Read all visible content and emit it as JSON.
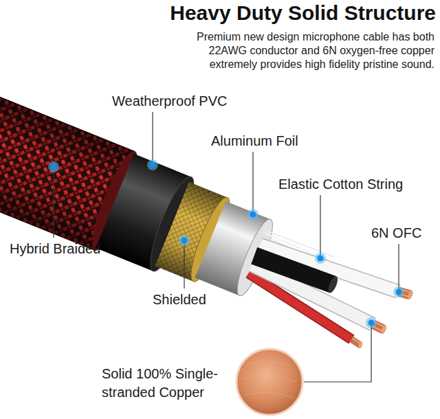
{
  "diagram": {
    "title": "Heavy Duty Solid Structure",
    "caption": "Premium new design microphone cable has both 22AWG conductor and 6N oxygen-free copper extremely provides high fidelity pristine sound.",
    "labels": [
      "Weatherproof PVC",
      "Aluminum Foil",
      "Elastic Cotton String",
      "6N OFC",
      "Hybrid Braided",
      "Shielded",
      "Solid 100% Single- stranded Copper"
    ]
  }
}
